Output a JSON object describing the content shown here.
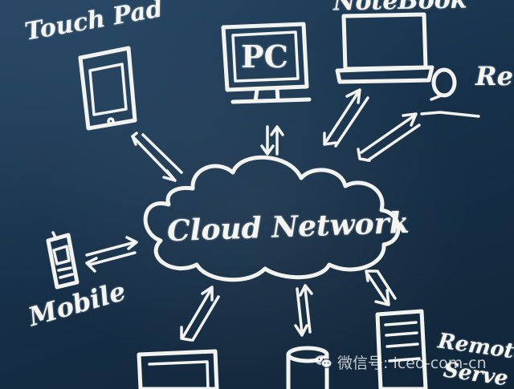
{
  "diagram": {
    "center_label": "Cloud Network",
    "nodes": {
      "touchpad": "Touch Pad",
      "pc": "PC",
      "notebook": "NoteBook",
      "re": "Re",
      "mobile": "Mobile",
      "remote": "Remote",
      "server": "Serve"
    }
  },
  "watermark": {
    "text": "微信号: iceo-com-cn",
    "icon": "wechat-icon"
  },
  "colors": {
    "board": "#17314a",
    "chalk": "#f2f2ee"
  }
}
